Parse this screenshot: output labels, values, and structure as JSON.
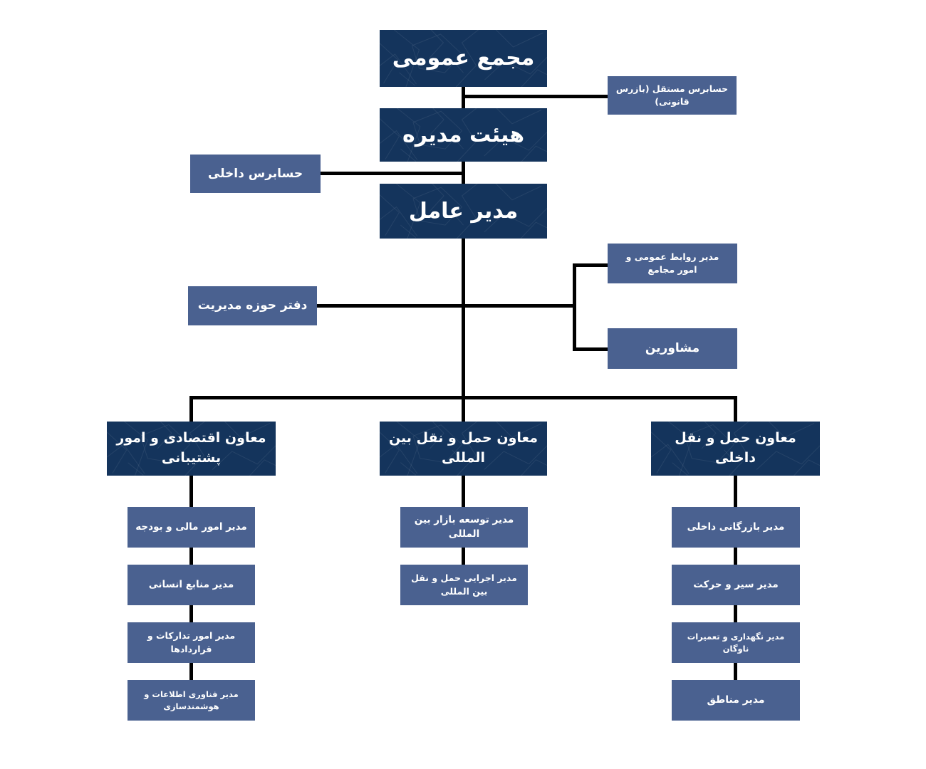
{
  "colors": {
    "dark_navy": "#14345C",
    "slate_blue": "#4A6190",
    "connector_black": "#000000",
    "background": "#FFFFFF",
    "text_white": "#FFFFFF"
  },
  "org": {
    "general_assembly": {
      "label": "مجمع عمومی"
    },
    "independent_auditor": {
      "label": "حسابرس مستقل (بازرس قانونی)"
    },
    "board": {
      "label": "هیئت مدیره"
    },
    "internal_auditor": {
      "label": "حسابرس داخلی"
    },
    "ceo": {
      "label": "مدیر عامل"
    },
    "pr_assemblies_manager": {
      "label": "مدیر روابط عمومی و امور مجامع"
    },
    "management_office": {
      "label": "دفتر حوزه مدیریت"
    },
    "advisors": {
      "label": "مشاورین"
    },
    "deputies": {
      "economic_support": {
        "label": "معاون اقتصادی و امور پشتیبانی",
        "children": [
          {
            "label": "مدیر امور مالی و بودجه"
          },
          {
            "label": "مدیر منابع انسانی"
          },
          {
            "label": "مدیر امور تدارکات و قراردادها"
          },
          {
            "label": "مدیر فناوری اطلاعات و هوشمندسازی"
          }
        ]
      },
      "international_transport": {
        "label": "معاون حمل و نقل بین المللی",
        "children": [
          {
            "label": "مدیر توسعه بازار بین المللی"
          },
          {
            "label": "مدیر اجرایی حمل و نقل بین المللی"
          }
        ]
      },
      "domestic_transport": {
        "label": "معاون حمل و نقل داخلی",
        "children": [
          {
            "label": "مدیر بازرگانی داخلی"
          },
          {
            "label": "مدیر سیر و حرکت"
          },
          {
            "label": "مدیر نگهداری و تعمیرات ناوگان"
          },
          {
            "label": "مدیر مناطق"
          }
        ]
      }
    }
  }
}
